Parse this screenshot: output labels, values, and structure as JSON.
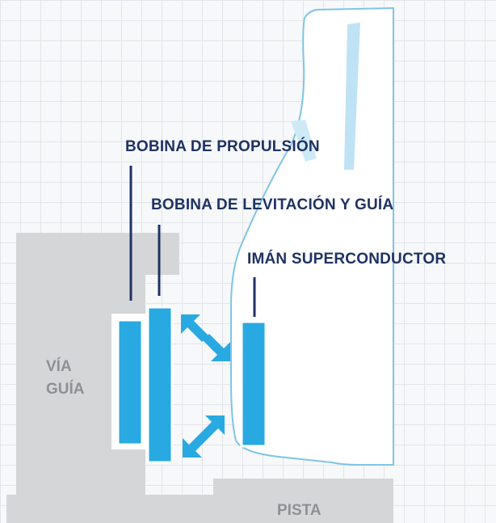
{
  "labels": {
    "propulsion_coil": "BOBINA DE PROPULSIÓN",
    "levitation_coil": "BOBINA DE LEVITACIÓN Y GUÍA",
    "superconducting_magnet": "IMÁN SUPERCONDUCTOR",
    "guideway_line1": "VÍA",
    "guideway_line2": "GUÍA",
    "track": "PISTA"
  },
  "colors": {
    "navy_text": "#1f3264",
    "blue_coil": "#29a9e1",
    "gray_structure": "#d5d6d8",
    "gray_text": "#8e9194",
    "grid_line": "#e1e5ea",
    "train_outline": "#7fc4e6"
  }
}
